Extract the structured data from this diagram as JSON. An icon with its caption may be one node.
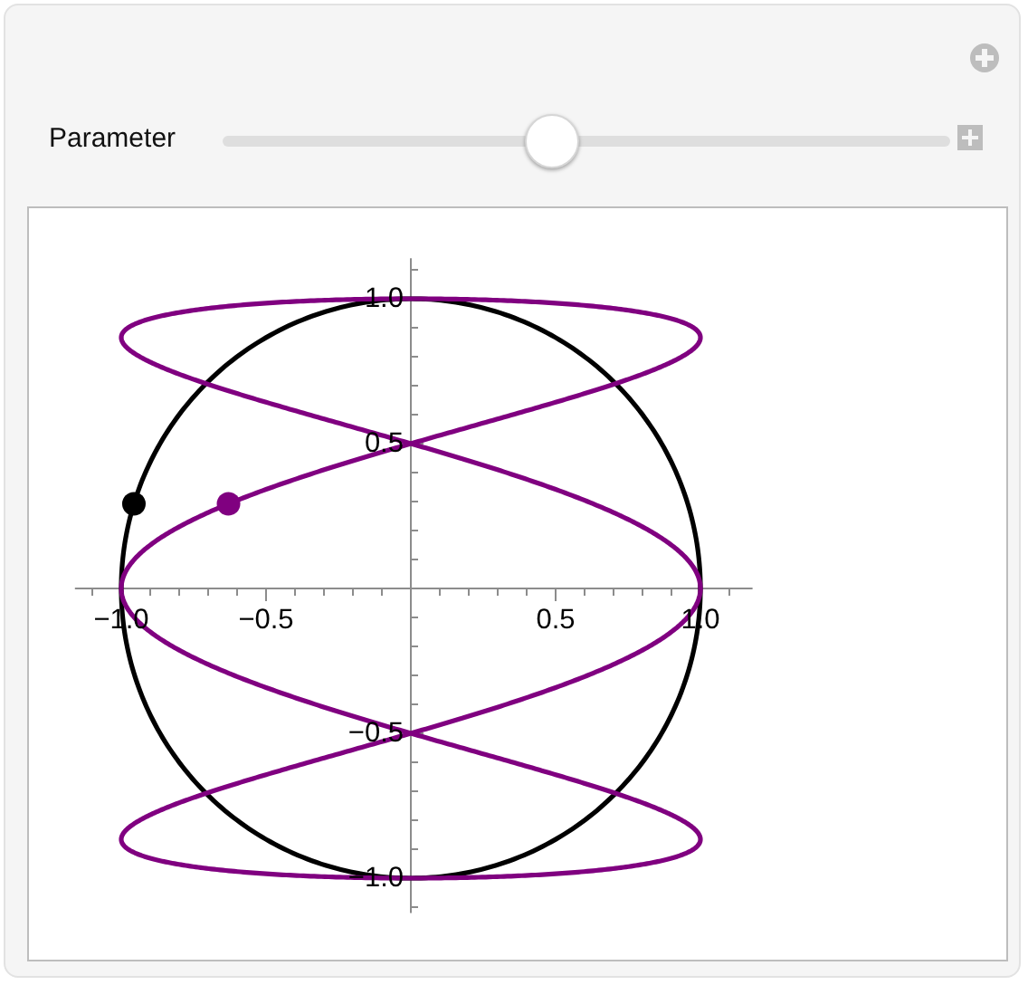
{
  "diagram": {
    "labels": [
      "Parameter",
      "1.0",
      "0.5",
      "−1.0",
      "−0.5",
      "0.5",
      "1.0",
      "−0.5",
      "−1.0"
    ]
  }
}
